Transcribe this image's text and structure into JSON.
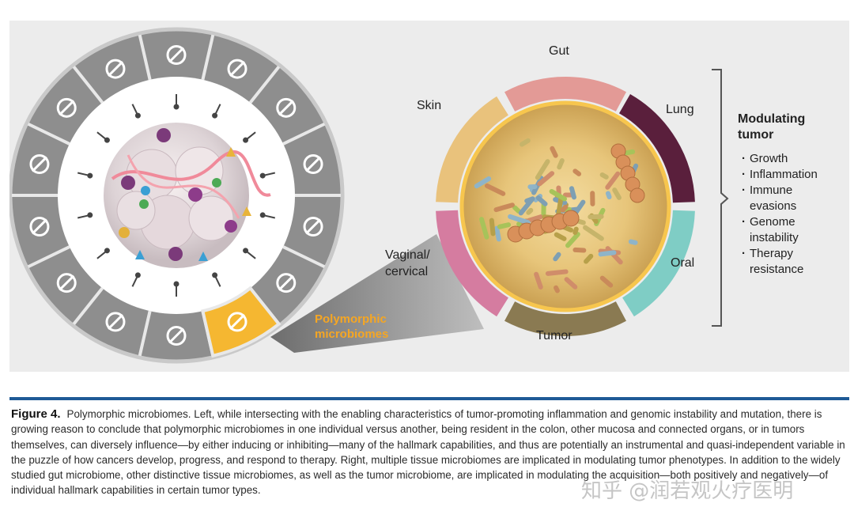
{
  "figure": {
    "wheel_icons": [
      "key-icon",
      "arrow-icon",
      "no-entry-icon",
      "dna-helix-icon",
      "cell-division-icon",
      "infinity-icon",
      "flame-icon",
      "microbes-icon",
      "cell-icon",
      "vessel-icon",
      "leaf-icon",
      "chromosome-icon",
      "cross-icon",
      "atom-icon"
    ],
    "highlight_label_line1": "Polymorphic",
    "highlight_label_line2": "microbiomes",
    "highlight_color": "#f5b731",
    "segments": {
      "gut": "Gut",
      "lung": "Lung",
      "oral": "Oral",
      "tumor": "Tumor",
      "vaginal_line1": "Vaginal/",
      "vaginal_line2": "cervical",
      "skin": "Skin"
    },
    "segment_colors": {
      "gut": "#e39a96",
      "lung": "#5a1f3c",
      "oral": "#7fcdc5",
      "tumor": "#8a7a52",
      "vaginal": "#d57ca0",
      "skin": "#e9c27c"
    },
    "modulating": {
      "title_line1": "Modulating",
      "title_line2": "tumor",
      "items": [
        "Growth",
        "Inflammation",
        "Immune evasions",
        "Genome instability",
        "Therapy resistance"
      ]
    }
  },
  "caption": {
    "label": "Figure 4.",
    "text": "Polymorphic microbiomes. Left, while intersecting with the enabling characteristics of tumor-promoting inflammation and genomic instability and mutation, there is growing reason to conclude that polymorphic microbiomes in one individual versus another, being resident in the colon, other mucosa and connected organs, or in tumors themselves, can diversely influence—by either inducing or inhibiting—many of the hallmark capabilities, and thus are potentially an instrumental and quasi-independent variable in the puzzle of how cancers develop, progress, and respond to therapy. Right, multiple tissue microbiomes are implicated in modulating tumor phenotypes. In addition to the widely studied gut microbiome, other distinctive tissue microbiomes, as well as the tumor microbiome, are implicated in modulating the acquisition—both positively and negatively—of individual hallmark capabilities in certain tumor types."
  },
  "watermark": "知乎 @润若观火疗医明"
}
